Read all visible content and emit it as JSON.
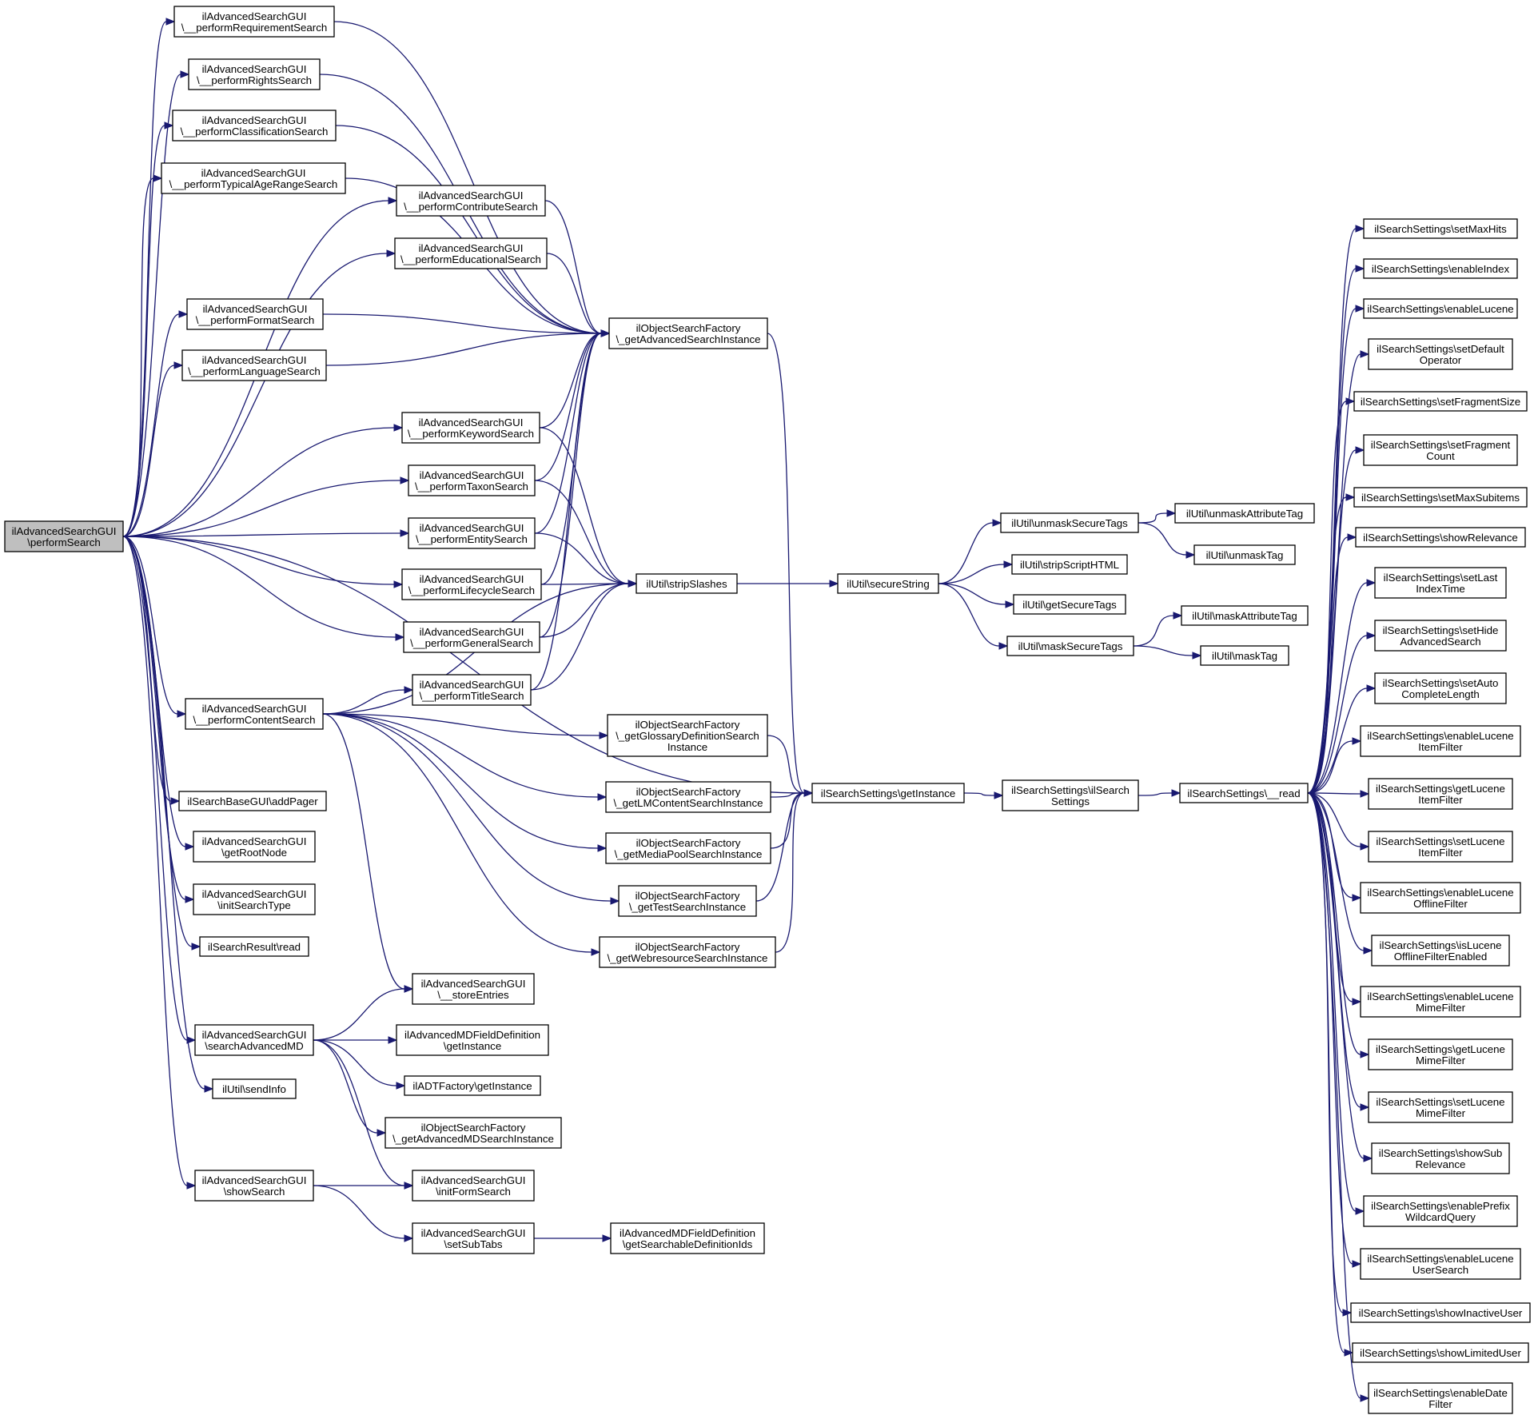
{
  "colors": {
    "edge": "#191970",
    "root_fill": "#bfbfbf",
    "node_fill": "#ffffff",
    "node_border": "#000000"
  },
  "nodes": [
    {
      "id": "performSearch",
      "lines": [
        "ilAdvancedSearchGUI",
        "\\performSearch"
      ],
      "root": true
    },
    {
      "id": "requirement",
      "lines": [
        "ilAdvancedSearchGUI",
        "\\__performRequirementSearch"
      ]
    },
    {
      "id": "rights",
      "lines": [
        "ilAdvancedSearchGUI",
        "\\__performRightsSearch"
      ]
    },
    {
      "id": "classification",
      "lines": [
        "ilAdvancedSearchGUI",
        "\\__performClassificationSearch"
      ]
    },
    {
      "id": "typicalAge",
      "lines": [
        "ilAdvancedSearchGUI",
        "\\__performTypicalAgeRangeSearch"
      ]
    },
    {
      "id": "contribute",
      "lines": [
        "ilAdvancedSearchGUI",
        "\\__performContributeSearch"
      ]
    },
    {
      "id": "educational",
      "lines": [
        "ilAdvancedSearchGUI",
        "\\__performEducationalSearch"
      ]
    },
    {
      "id": "format",
      "lines": [
        "ilAdvancedSearchGUI",
        "\\__performFormatSearch"
      ]
    },
    {
      "id": "language",
      "lines": [
        "ilAdvancedSearchGUI",
        "\\__performLanguageSearch"
      ]
    },
    {
      "id": "keyword",
      "lines": [
        "ilAdvancedSearchGUI",
        "\\__performKeywordSearch"
      ]
    },
    {
      "id": "taxon",
      "lines": [
        "ilAdvancedSearchGUI",
        "\\__performTaxonSearch"
      ]
    },
    {
      "id": "entity",
      "lines": [
        "ilAdvancedSearchGUI",
        "\\__performEntitySearch"
      ]
    },
    {
      "id": "lifecycle",
      "lines": [
        "ilAdvancedSearchGUI",
        "\\__performLifecycleSearch"
      ]
    },
    {
      "id": "general",
      "lines": [
        "ilAdvancedSearchGUI",
        "\\__performGeneralSearch"
      ]
    },
    {
      "id": "title",
      "lines": [
        "ilAdvancedSearchGUI",
        "\\__performTitleSearch"
      ]
    },
    {
      "id": "content",
      "lines": [
        "ilAdvancedSearchGUI",
        "\\__performContentSearch"
      ]
    },
    {
      "id": "addPager",
      "lines": [
        "ilSearchBaseGUI\\addPager"
      ]
    },
    {
      "id": "getRootNode",
      "lines": [
        "ilAdvancedSearchGUI",
        "\\getRootNode"
      ]
    },
    {
      "id": "initSearchType",
      "lines": [
        "ilAdvancedSearchGUI",
        "\\initSearchType"
      ]
    },
    {
      "id": "resultRead",
      "lines": [
        "ilSearchResult\\read"
      ]
    },
    {
      "id": "storeEntries",
      "lines": [
        "ilAdvancedSearchGUI",
        "\\__storeEntries"
      ]
    },
    {
      "id": "searchAdvancedMD",
      "lines": [
        "ilAdvancedSearchGUI",
        "\\searchAdvancedMD"
      ]
    },
    {
      "id": "mdFieldGetInstance",
      "lines": [
        "ilAdvancedMDFieldDefinition",
        "\\getInstance"
      ]
    },
    {
      "id": "adtFactory",
      "lines": [
        "ilADTFactory\\getInstance"
      ]
    },
    {
      "id": "advMDSearchInstance",
      "lines": [
        "ilObjectSearchFactory",
        "\\_getAdvancedMDSearchInstance"
      ]
    },
    {
      "id": "sendInfo",
      "lines": [
        "ilUtil\\sendInfo"
      ]
    },
    {
      "id": "showSearch",
      "lines": [
        "ilAdvancedSearchGUI",
        "\\showSearch"
      ]
    },
    {
      "id": "initFormSearch",
      "lines": [
        "ilAdvancedSearchGUI",
        "\\initFormSearch"
      ]
    },
    {
      "id": "setSubTabs",
      "lines": [
        "ilAdvancedSearchGUI",
        "\\setSubTabs"
      ]
    },
    {
      "id": "searchableIds",
      "lines": [
        "ilAdvancedMDFieldDefinition",
        "\\getSearchableDefinitionIds"
      ]
    },
    {
      "id": "advSearchInstance",
      "lines": [
        "ilObjectSearchFactory",
        "\\_getAdvancedSearchInstance"
      ]
    },
    {
      "id": "stripSlashes",
      "lines": [
        "ilUtil\\stripSlashes"
      ]
    },
    {
      "id": "glossary",
      "lines": [
        "ilObjectSearchFactory",
        "\\_getGlossaryDefinitionSearch",
        "Instance"
      ]
    },
    {
      "id": "lmContent",
      "lines": [
        "ilObjectSearchFactory",
        "\\_getLMContentSearchInstance"
      ]
    },
    {
      "id": "mediaPool",
      "lines": [
        "ilObjectSearchFactory",
        "\\_getMediaPoolSearchInstance"
      ]
    },
    {
      "id": "testSearch",
      "lines": [
        "ilObjectSearchFactory",
        "\\_getTestSearchInstance"
      ]
    },
    {
      "id": "webresource",
      "lines": [
        "ilObjectSearchFactory",
        "\\_getWebresourceSearchInstance"
      ]
    },
    {
      "id": "settingsGetInstance",
      "lines": [
        "ilSearchSettings\\getInstance"
      ]
    },
    {
      "id": "secureString",
      "lines": [
        "ilUtil\\secureString"
      ]
    },
    {
      "id": "settingsCtor",
      "lines": [
        "ilSearchSettings\\ilSearch",
        "Settings"
      ]
    },
    {
      "id": "unmaskSecureTags",
      "lines": [
        "ilUtil\\unmaskSecureTags"
      ]
    },
    {
      "id": "stripScriptHTML",
      "lines": [
        "ilUtil\\stripScriptHTML"
      ]
    },
    {
      "id": "getSecureTags",
      "lines": [
        "ilUtil\\getSecureTags"
      ]
    },
    {
      "id": "maskSecureTags",
      "lines": [
        "ilUtil\\maskSecureTags"
      ]
    },
    {
      "id": "unmaskAttributeTag",
      "lines": [
        "ilUtil\\unmaskAttributeTag"
      ]
    },
    {
      "id": "unmaskTag",
      "lines": [
        "ilUtil\\unmaskTag"
      ]
    },
    {
      "id": "maskAttributeTag",
      "lines": [
        "ilUtil\\maskAttributeTag"
      ]
    },
    {
      "id": "maskTag",
      "lines": [
        "ilUtil\\maskTag"
      ]
    },
    {
      "id": "read",
      "lines": [
        "ilSearchSettings\\__read"
      ]
    },
    {
      "id": "setMaxHits",
      "lines": [
        "ilSearchSettings\\setMaxHits"
      ]
    },
    {
      "id": "enableIndex",
      "lines": [
        "ilSearchSettings\\enableIndex"
      ]
    },
    {
      "id": "enableLucene",
      "lines": [
        "ilSearchSettings\\enableLucene"
      ]
    },
    {
      "id": "setDefaultOperator",
      "lines": [
        "ilSearchSettings\\setDefault",
        "Operator"
      ]
    },
    {
      "id": "setFragmentSize",
      "lines": [
        "ilSearchSettings\\setFragmentSize"
      ]
    },
    {
      "id": "setFragmentCount",
      "lines": [
        "ilSearchSettings\\setFragment",
        "Count"
      ]
    },
    {
      "id": "setMaxSubitems",
      "lines": [
        "ilSearchSettings\\setMaxSubitems"
      ]
    },
    {
      "id": "showRelevance",
      "lines": [
        "ilSearchSettings\\showRelevance"
      ]
    },
    {
      "id": "setLastIndexTime",
      "lines": [
        "ilSearchSettings\\setLast",
        "IndexTime"
      ]
    },
    {
      "id": "setHideAdvancedSearch",
      "lines": [
        "ilSearchSettings\\setHide",
        "AdvancedSearch"
      ]
    },
    {
      "id": "setAutoCompleteLength",
      "lines": [
        "ilSearchSettings\\setAuto",
        "CompleteLength"
      ]
    },
    {
      "id": "enableLuceneItemFilter",
      "lines": [
        "ilSearchSettings\\enableLucene",
        "ItemFilter"
      ]
    },
    {
      "id": "getLuceneItemFilter",
      "lines": [
        "ilSearchSettings\\getLucene",
        "ItemFilter"
      ]
    },
    {
      "id": "setLuceneItemFilter",
      "lines": [
        "ilSearchSettings\\setLucene",
        "ItemFilter"
      ]
    },
    {
      "id": "enableLuceneOfflineFilter",
      "lines": [
        "ilSearchSettings\\enableLucene",
        "OfflineFilter"
      ]
    },
    {
      "id": "isLuceneOfflineFilterEnabled",
      "lines": [
        "ilSearchSettings\\isLucene",
        "OfflineFilterEnabled"
      ]
    },
    {
      "id": "enableLuceneMimeFilter",
      "lines": [
        "ilSearchSettings\\enableLucene",
        "MimeFilter"
      ]
    },
    {
      "id": "getLuceneMimeFilter",
      "lines": [
        "ilSearchSettings\\getLucene",
        "MimeFilter"
      ]
    },
    {
      "id": "setLuceneMimeFilter",
      "lines": [
        "ilSearchSettings\\setLucene",
        "MimeFilter"
      ]
    },
    {
      "id": "showSubRelevance",
      "lines": [
        "ilSearchSettings\\showSub",
        "Relevance"
      ]
    },
    {
      "id": "enablePrefixWildcardQuery",
      "lines": [
        "ilSearchSettings\\enablePrefix",
        "WildcardQuery"
      ]
    },
    {
      "id": "enableLuceneUserSearch",
      "lines": [
        "ilSearchSettings\\enableLucene",
        "UserSearch"
      ]
    },
    {
      "id": "showInactiveUser",
      "lines": [
        "ilSearchSettings\\showInactiveUser"
      ]
    },
    {
      "id": "showLimitedUser",
      "lines": [
        "ilSearchSettings\\showLimitedUser"
      ]
    },
    {
      "id": "enableDateFilter",
      "lines": [
        "ilSearchSettings\\enableDate",
        "Filter"
      ]
    }
  ],
  "edges": [
    [
      "performSearch",
      "requirement"
    ],
    [
      "performSearch",
      "rights"
    ],
    [
      "performSearch",
      "classification"
    ],
    [
      "performSearch",
      "typicalAge"
    ],
    [
      "performSearch",
      "contribute"
    ],
    [
      "performSearch",
      "educational"
    ],
    [
      "performSearch",
      "format"
    ],
    [
      "performSearch",
      "language"
    ],
    [
      "performSearch",
      "keyword"
    ],
    [
      "performSearch",
      "taxon"
    ],
    [
      "performSearch",
      "entity"
    ],
    [
      "performSearch",
      "lifecycle"
    ],
    [
      "performSearch",
      "general"
    ],
    [
      "performSearch",
      "content"
    ],
    [
      "performSearch",
      "addPager"
    ],
    [
      "performSearch",
      "getRootNode"
    ],
    [
      "performSearch",
      "initSearchType"
    ],
    [
      "performSearch",
      "resultRead"
    ],
    [
      "performSearch",
      "searchAdvancedMD"
    ],
    [
      "performSearch",
      "sendInfo"
    ],
    [
      "performSearch",
      "showSearch"
    ],
    [
      "performSearch",
      "settingsGetInstance"
    ],
    [
      "requirement",
      "advSearchInstance"
    ],
    [
      "rights",
      "advSearchInstance"
    ],
    [
      "classification",
      "advSearchInstance"
    ],
    [
      "typicalAge",
      "advSearchInstance"
    ],
    [
      "contribute",
      "advSearchInstance"
    ],
    [
      "educational",
      "advSearchInstance"
    ],
    [
      "format",
      "advSearchInstance"
    ],
    [
      "language",
      "advSearchInstance"
    ],
    [
      "keyword",
      "advSearchInstance"
    ],
    [
      "taxon",
      "advSearchInstance"
    ],
    [
      "entity",
      "advSearchInstance"
    ],
    [
      "lifecycle",
      "advSearchInstance"
    ],
    [
      "general",
      "advSearchInstance"
    ],
    [
      "title",
      "advSearchInstance"
    ],
    [
      "keyword",
      "stripSlashes"
    ],
    [
      "taxon",
      "stripSlashes"
    ],
    [
      "entity",
      "stripSlashes"
    ],
    [
      "lifecycle",
      "stripSlashes"
    ],
    [
      "general",
      "stripSlashes"
    ],
    [
      "title",
      "stripSlashes"
    ],
    [
      "content",
      "title"
    ],
    [
      "content",
      "stripSlashes"
    ],
    [
      "content",
      "glossary"
    ],
    [
      "content",
      "lmContent"
    ],
    [
      "content",
      "mediaPool"
    ],
    [
      "content",
      "testSearch"
    ],
    [
      "content",
      "webresource"
    ],
    [
      "content",
      "storeEntries"
    ],
    [
      "searchAdvancedMD",
      "storeEntries"
    ],
    [
      "searchAdvancedMD",
      "mdFieldGetInstance"
    ],
    [
      "searchAdvancedMD",
      "adtFactory"
    ],
    [
      "searchAdvancedMD",
      "advMDSearchInstance"
    ],
    [
      "searchAdvancedMD",
      "initFormSearch"
    ],
    [
      "showSearch",
      "initFormSearch"
    ],
    [
      "showSearch",
      "setSubTabs"
    ],
    [
      "setSubTabs",
      "searchableIds"
    ],
    [
      "advSearchInstance",
      "settingsGetInstance"
    ],
    [
      "glossary",
      "settingsGetInstance"
    ],
    [
      "lmContent",
      "settingsGetInstance"
    ],
    [
      "mediaPool",
      "settingsGetInstance"
    ],
    [
      "testSearch",
      "settingsGetInstance"
    ],
    [
      "webresource",
      "settingsGetInstance"
    ],
    [
      "stripSlashes",
      "secureString"
    ],
    [
      "secureString",
      "unmaskSecureTags"
    ],
    [
      "secureString",
      "stripScriptHTML"
    ],
    [
      "secureString",
      "getSecureTags"
    ],
    [
      "secureString",
      "maskSecureTags"
    ],
    [
      "unmaskSecureTags",
      "unmaskAttributeTag"
    ],
    [
      "unmaskSecureTags",
      "unmaskTag"
    ],
    [
      "maskSecureTags",
      "maskAttributeTag"
    ],
    [
      "maskSecureTags",
      "maskTag"
    ],
    [
      "settingsGetInstance",
      "settingsCtor"
    ],
    [
      "settingsCtor",
      "read"
    ],
    [
      "read",
      "setMaxHits"
    ],
    [
      "read",
      "enableIndex"
    ],
    [
      "read",
      "enableLucene"
    ],
    [
      "read",
      "setDefaultOperator"
    ],
    [
      "read",
      "setFragmentSize"
    ],
    [
      "read",
      "setFragmentCount"
    ],
    [
      "read",
      "setMaxSubitems"
    ],
    [
      "read",
      "showRelevance"
    ],
    [
      "read",
      "setLastIndexTime"
    ],
    [
      "read",
      "setHideAdvancedSearch"
    ],
    [
      "read",
      "setAutoCompleteLength"
    ],
    [
      "read",
      "enableLuceneItemFilter"
    ],
    [
      "read",
      "getLuceneItemFilter"
    ],
    [
      "read",
      "setLuceneItemFilter"
    ],
    [
      "read",
      "enableLuceneOfflineFilter"
    ],
    [
      "read",
      "isLuceneOfflineFilterEnabled"
    ],
    [
      "read",
      "enableLuceneMimeFilter"
    ],
    [
      "read",
      "getLuceneMimeFilter"
    ],
    [
      "read",
      "setLuceneMimeFilter"
    ],
    [
      "read",
      "showSubRelevance"
    ],
    [
      "read",
      "enablePrefixWildcardQuery"
    ],
    [
      "read",
      "enableLuceneUserSearch"
    ],
    [
      "read",
      "showInactiveUser"
    ],
    [
      "read",
      "showLimitedUser"
    ],
    [
      "read",
      "enableDateFilter"
    ]
  ]
}
